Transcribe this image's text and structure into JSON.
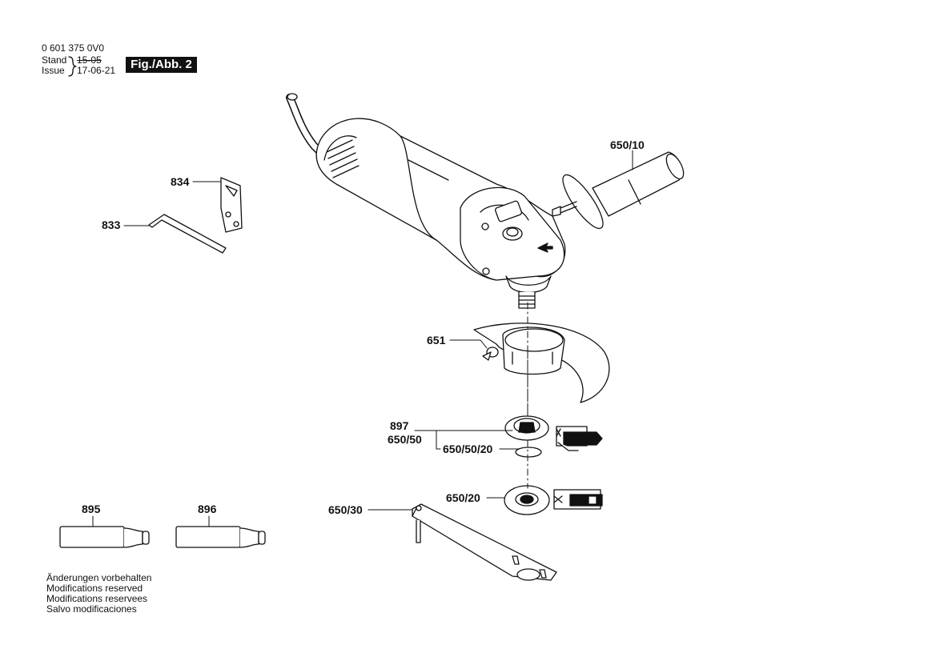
{
  "header": {
    "part_number": "0 601 375 0V0",
    "stand_label": "Stand",
    "issue_label": "Issue",
    "stand_date": "15-05",
    "issue_date": "17-06-21",
    "figure": "Fig./Abb. 2"
  },
  "parts": {
    "p834": "834",
    "p833": "833",
    "p650_10": "650/10",
    "p651": "651",
    "p897": "897",
    "p650_50": "650/50",
    "p650_50_20": "650/50/20",
    "p650_20": "650/20",
    "p650_30": "650/30",
    "p895": "895",
    "p896": "896"
  },
  "footer": {
    "line1": "Änderungen vorbehalten",
    "line2": "Modifications reserved",
    "line3": "Modifications reservees",
    "line4": "Salvo modificaciones"
  }
}
